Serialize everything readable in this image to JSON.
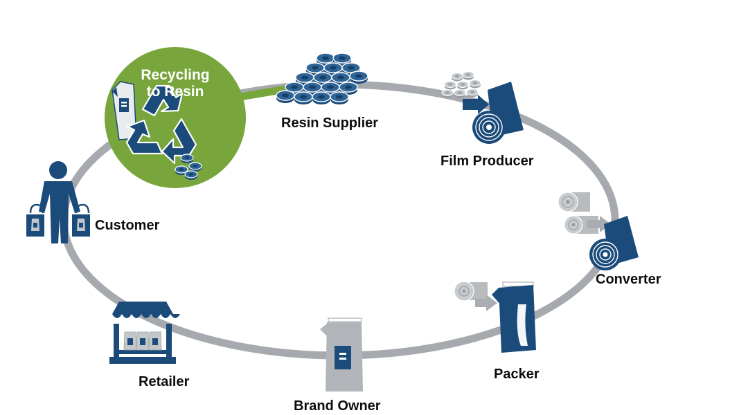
{
  "colors": {
    "navy": "#1b4b7a",
    "grey": "#a9adb1",
    "green": "#78a63c",
    "ring": "#a6aaae",
    "text": "#0d0d0d"
  },
  "stages": {
    "recycling": {
      "line1": "Recycling",
      "line2": "to Resin",
      "icon": "recycle-icon"
    },
    "resin_supplier": {
      "label": "Resin Supplier",
      "icon": "resin-pellets-icon"
    },
    "film_producer": {
      "label": "Film Producer",
      "icon": "film-roll-icon"
    },
    "converter": {
      "label": "Converter",
      "icon": "converter-rolls-icon"
    },
    "packer": {
      "label": "Packer",
      "icon": "filled-pouch-icon"
    },
    "brand_owner": {
      "label": "Brand Owner",
      "icon": "branded-pouch-icon"
    },
    "retailer": {
      "label": "Retailer",
      "icon": "store-icon"
    },
    "customer": {
      "label": "Customer",
      "icon": "shopper-icon"
    }
  }
}
